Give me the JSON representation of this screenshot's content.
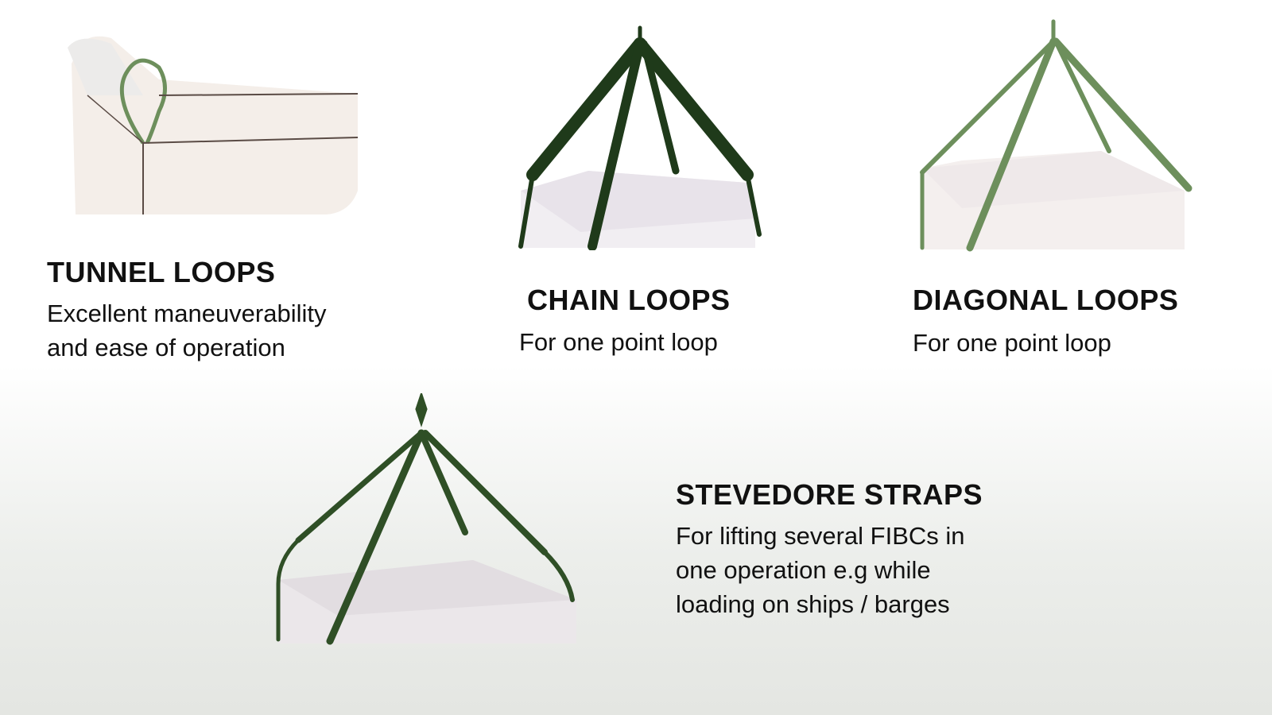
{
  "sections": {
    "tunnel": {
      "title": "TUNNEL LOOPS",
      "desc": [
        "Excellent maneuverability",
        "and ease of operation"
      ]
    },
    "chain": {
      "title": "CHAIN LOOPS",
      "desc": [
        "For one point loop"
      ]
    },
    "diagonal": {
      "title": "DIAGONAL LOOPS",
      "desc": [
        "For one point loop"
      ]
    },
    "stevedore": {
      "title": "STEVEDORE STRAPS",
      "desc": [
        "For lifting several FIBCs in",
        "one operation e.g while",
        "loading on ships / barges"
      ]
    }
  },
  "colors": {
    "strap_dark": "#1f3a1a",
    "strap_light": "#6d8f5c",
    "bag": "#f2ece6"
  }
}
